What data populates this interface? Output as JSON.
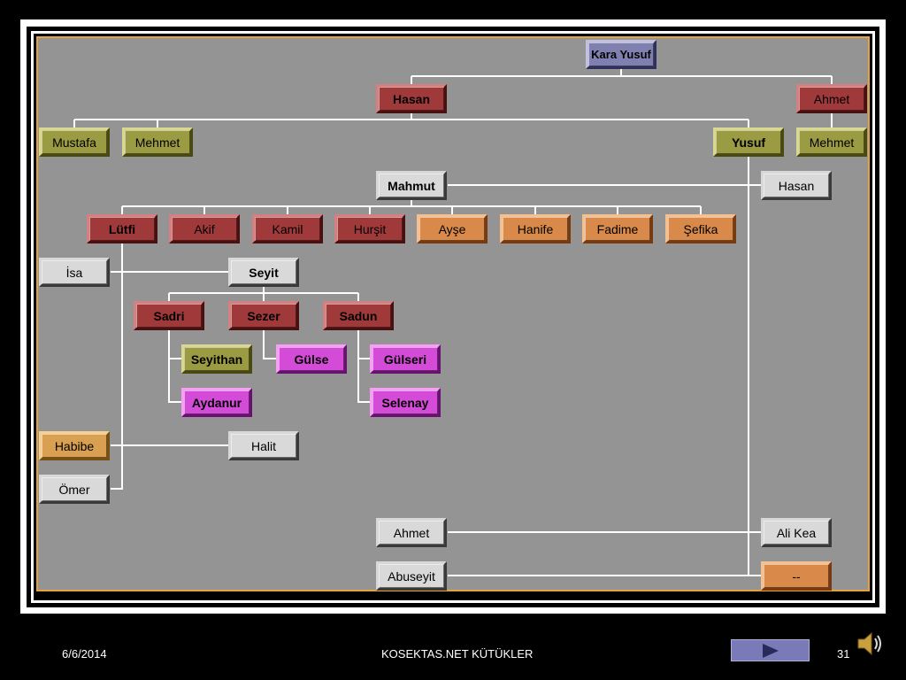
{
  "nodes": {
    "kara_yusuf": "Kara Yusuf",
    "hasan_top": "Hasan",
    "ahmet_top": "Ahmet",
    "mustafa": "Mustafa",
    "mehmet_left": "Mehmet",
    "yusuf": "Yusuf",
    "mehmet_right": "Mehmet",
    "mahmut": "Mahmut",
    "hasan_right": "Hasan",
    "lutfi": "Lütfi",
    "akif": "Akif",
    "kamil": "Kamil",
    "hursit": "Hurşit",
    "ayse": "Ayşe",
    "hanife": "Hanife",
    "fadime": "Fadime",
    "sefika": "Şefika",
    "isa": "İsa",
    "seyit": "Seyit",
    "sadri": "Sadri",
    "sezer": "Sezer",
    "sadun": "Sadun",
    "seyithan": "Seyithan",
    "gulse": "Gülse",
    "gulseri": "Gülseri",
    "aydanur": "Aydanur",
    "selenay": "Selenay",
    "habibe": "Habibe",
    "halit": "Halit",
    "omer": "Ömer",
    "ahmet_bottom": "Ahmet",
    "ali_kea": "Ali Kea",
    "abuseyit": "Abuseyit",
    "dash": "--"
  },
  "footer": {
    "date": "6/6/2014",
    "title": "KOSEKTAS.NET KÜTÜKLER",
    "page_number": "31"
  },
  "colors": {
    "canvas": "#949494",
    "border_accent": "#e8a23a",
    "red": "#a03a3a",
    "olive": "#9b9b43",
    "orange": "#d98a4a",
    "magenta": "#d34bd6",
    "blue": "#8080b0",
    "light": "#d9d9d9"
  },
  "icons": {
    "next": "play-arrow-icon",
    "sound": "speaker-icon"
  }
}
